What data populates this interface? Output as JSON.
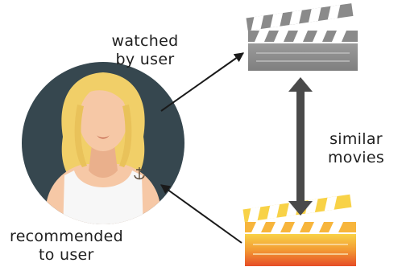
{
  "labels": {
    "watched": [
      "watched",
      "by user"
    ],
    "similar": [
      "similar",
      "movies"
    ],
    "recommended": [
      "recommended",
      "to user"
    ]
  },
  "colors": {
    "avatar_background": "#36474f",
    "hair": "#f1cf68",
    "skin": "#f6c8a6",
    "shirt": "#f7f7f7",
    "clapper_watched": "#8a8a8a",
    "clapper_recommended_top": "#f8d247",
    "clapper_recommended_bottom": "#e64d27",
    "arrows": "#1a1a1a",
    "double_arrow": "#4a4a4a"
  },
  "icons": {
    "user": "user-avatar-icon",
    "watched_movie": "clapperboard-gray-icon",
    "recommended_movie": "clapperboard-orange-icon"
  }
}
